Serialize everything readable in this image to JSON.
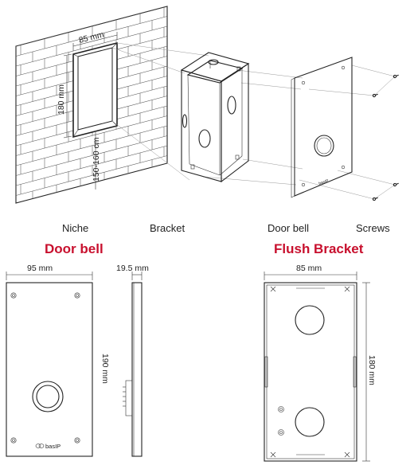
{
  "top_labels": {
    "niche": "Niche",
    "bracket": "Bracket",
    "door_bell": "Door bell",
    "screws": "Screws"
  },
  "niche_dims": {
    "width": "85 mm",
    "height": "180 mm",
    "mount_height": "150-160 cm"
  },
  "section_titles": {
    "left": "Door bell",
    "right": "Flush Bracket"
  },
  "doorbell_dims": {
    "width": "95 mm",
    "depth": "19.5 mm",
    "height": "190 mm"
  },
  "bracket_dims": {
    "width": "85 mm",
    "height": "180 mm"
  },
  "brand_logo": "basIP",
  "colors": {
    "section_title": "#c8102e",
    "line": "#222222"
  }
}
